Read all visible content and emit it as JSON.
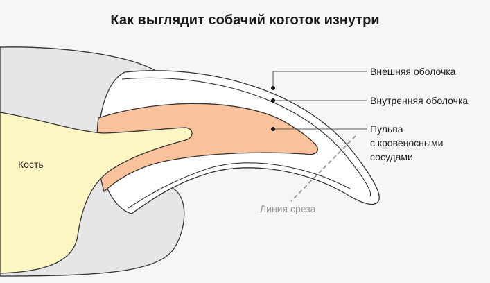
{
  "title": "Как выглядит собачий коготок изнутри",
  "labels": {
    "bone": "Кость",
    "outer_shell": "Внешняя оболочка",
    "inner_shell": "Внутренняя оболочка",
    "pulp_line1": "Пульпа",
    "pulp_line2": "с кровеносными",
    "pulp_line3": "сосудами",
    "cut_line": "Линия среза"
  },
  "colors": {
    "background": "#f6f6f6",
    "skin": "#e6e6e6",
    "bone": "#fdf6c3",
    "pulp": "#f9c29c",
    "shell": "#ffffff",
    "cut_line": "#999999"
  }
}
